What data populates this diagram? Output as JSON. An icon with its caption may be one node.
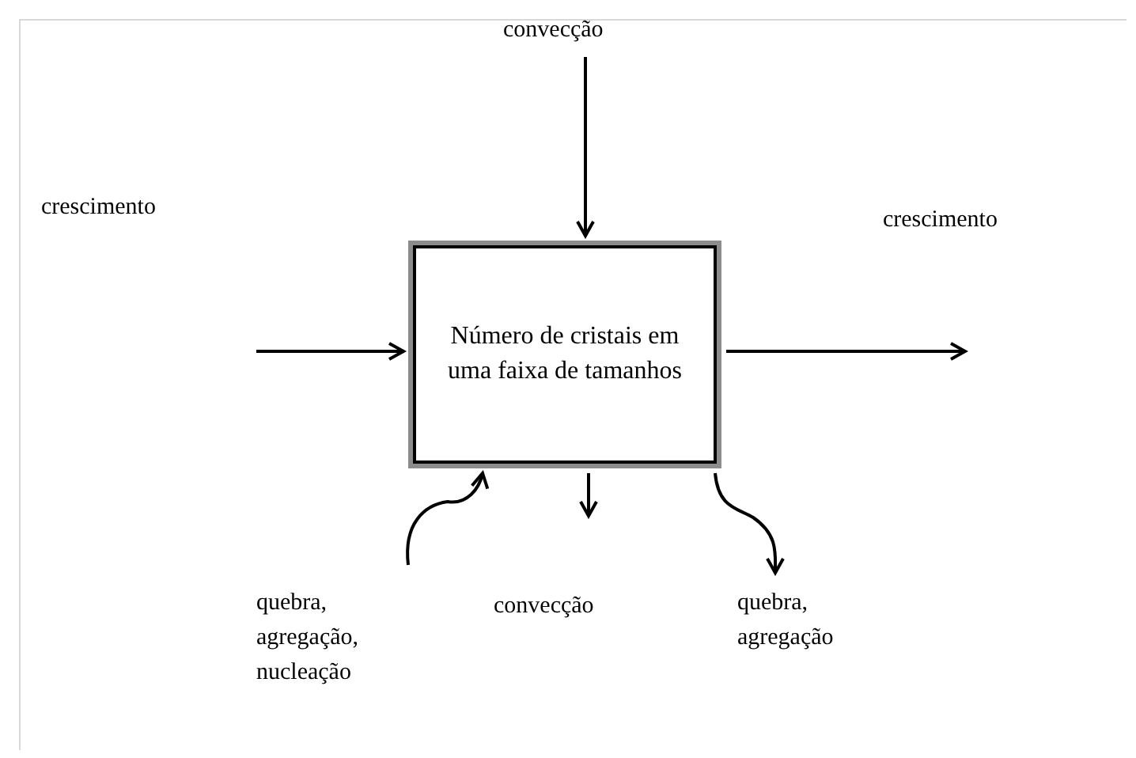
{
  "diagram": {
    "nodes": [
      {
        "text": [
          "Número de cristais em uma faixa de tamanhos"
        ]
      },
      {
        "text": [
          "convecção"
        ]
      },
      {
        "text": [
          "crescimento"
        ]
      },
      {
        "text": [
          "quebra, agregação, nucleação"
        ]
      },
      {
        "text": [
          "quebra, agregação"
        ]
      }
    ],
    "edges": [
      {
        "from": 1,
        "to": 0,
        "arrow": "to"
      },
      {
        "from": null,
        "to": 0,
        "arrow": "to"
      },
      {
        "from": 0,
        "to": 2,
        "arrow": "to"
      },
      {
        "from": 3,
        "to": 0,
        "arrow": "to"
      },
      {
        "from": 0,
        "to": null,
        "arrow": "to"
      },
      {
        "from": 0,
        "to": 4,
        "arrow": "to"
      }
    ],
    "labels": [
      "crescimento",
      "convecção"
    ]
  }
}
